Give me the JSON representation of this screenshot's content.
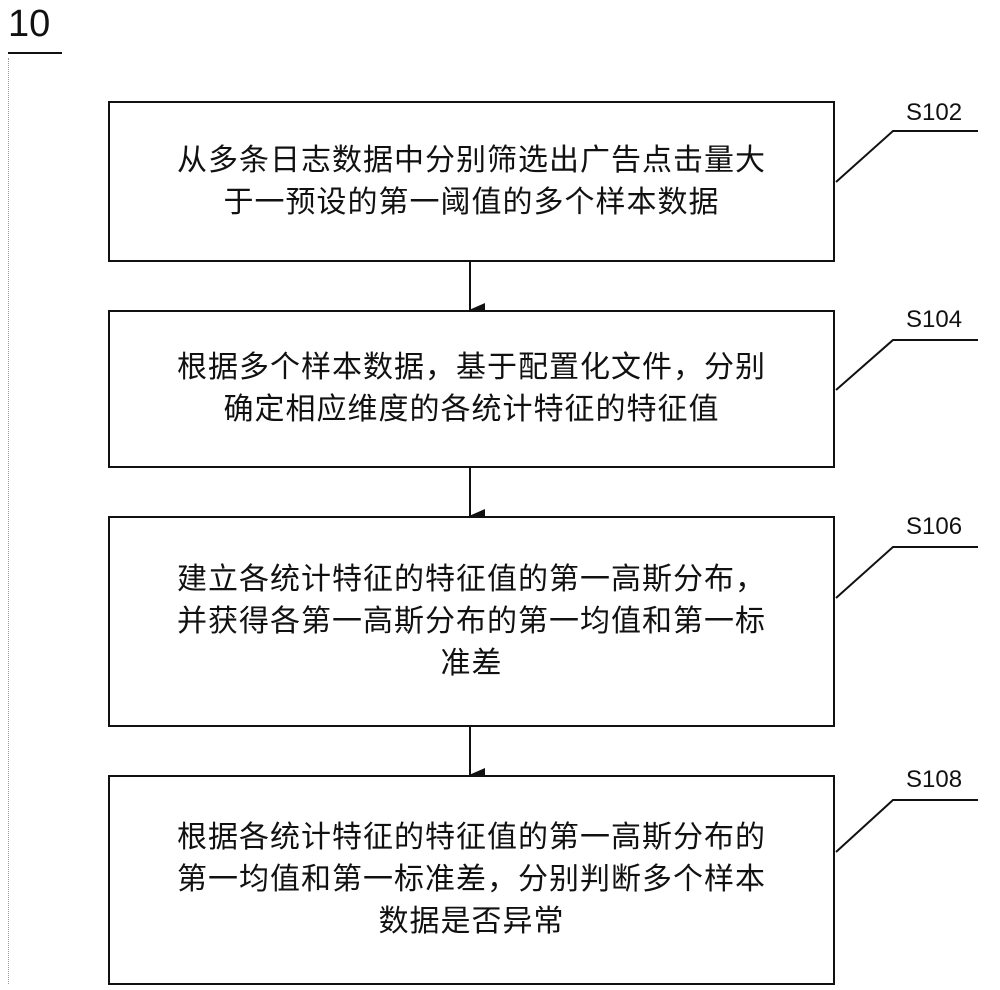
{
  "figure": {
    "label": "10"
  },
  "steps": [
    {
      "id": "S102",
      "lines": [
        "从多条日志数据中分别筛选出广告点击量大",
        "于一预设的第一阈值的多个样本数据"
      ]
    },
    {
      "id": "S104",
      "lines": [
        "根据多个样本数据，基于配置化文件，分别",
        "确定相应维度的各统计特征的特征值"
      ]
    },
    {
      "id": "S106",
      "lines": [
        "建立各统计特征的特征值的第一高斯分布，",
        "并获得各第一高斯分布的第一均值和第一标",
        "准差"
      ]
    },
    {
      "id": "S108",
      "lines": [
        "根据各统计特征的特征值的第一高斯分布的",
        "第一均值和第一标准差，分别判断多个样本",
        "数据是否异常"
      ]
    }
  ]
}
